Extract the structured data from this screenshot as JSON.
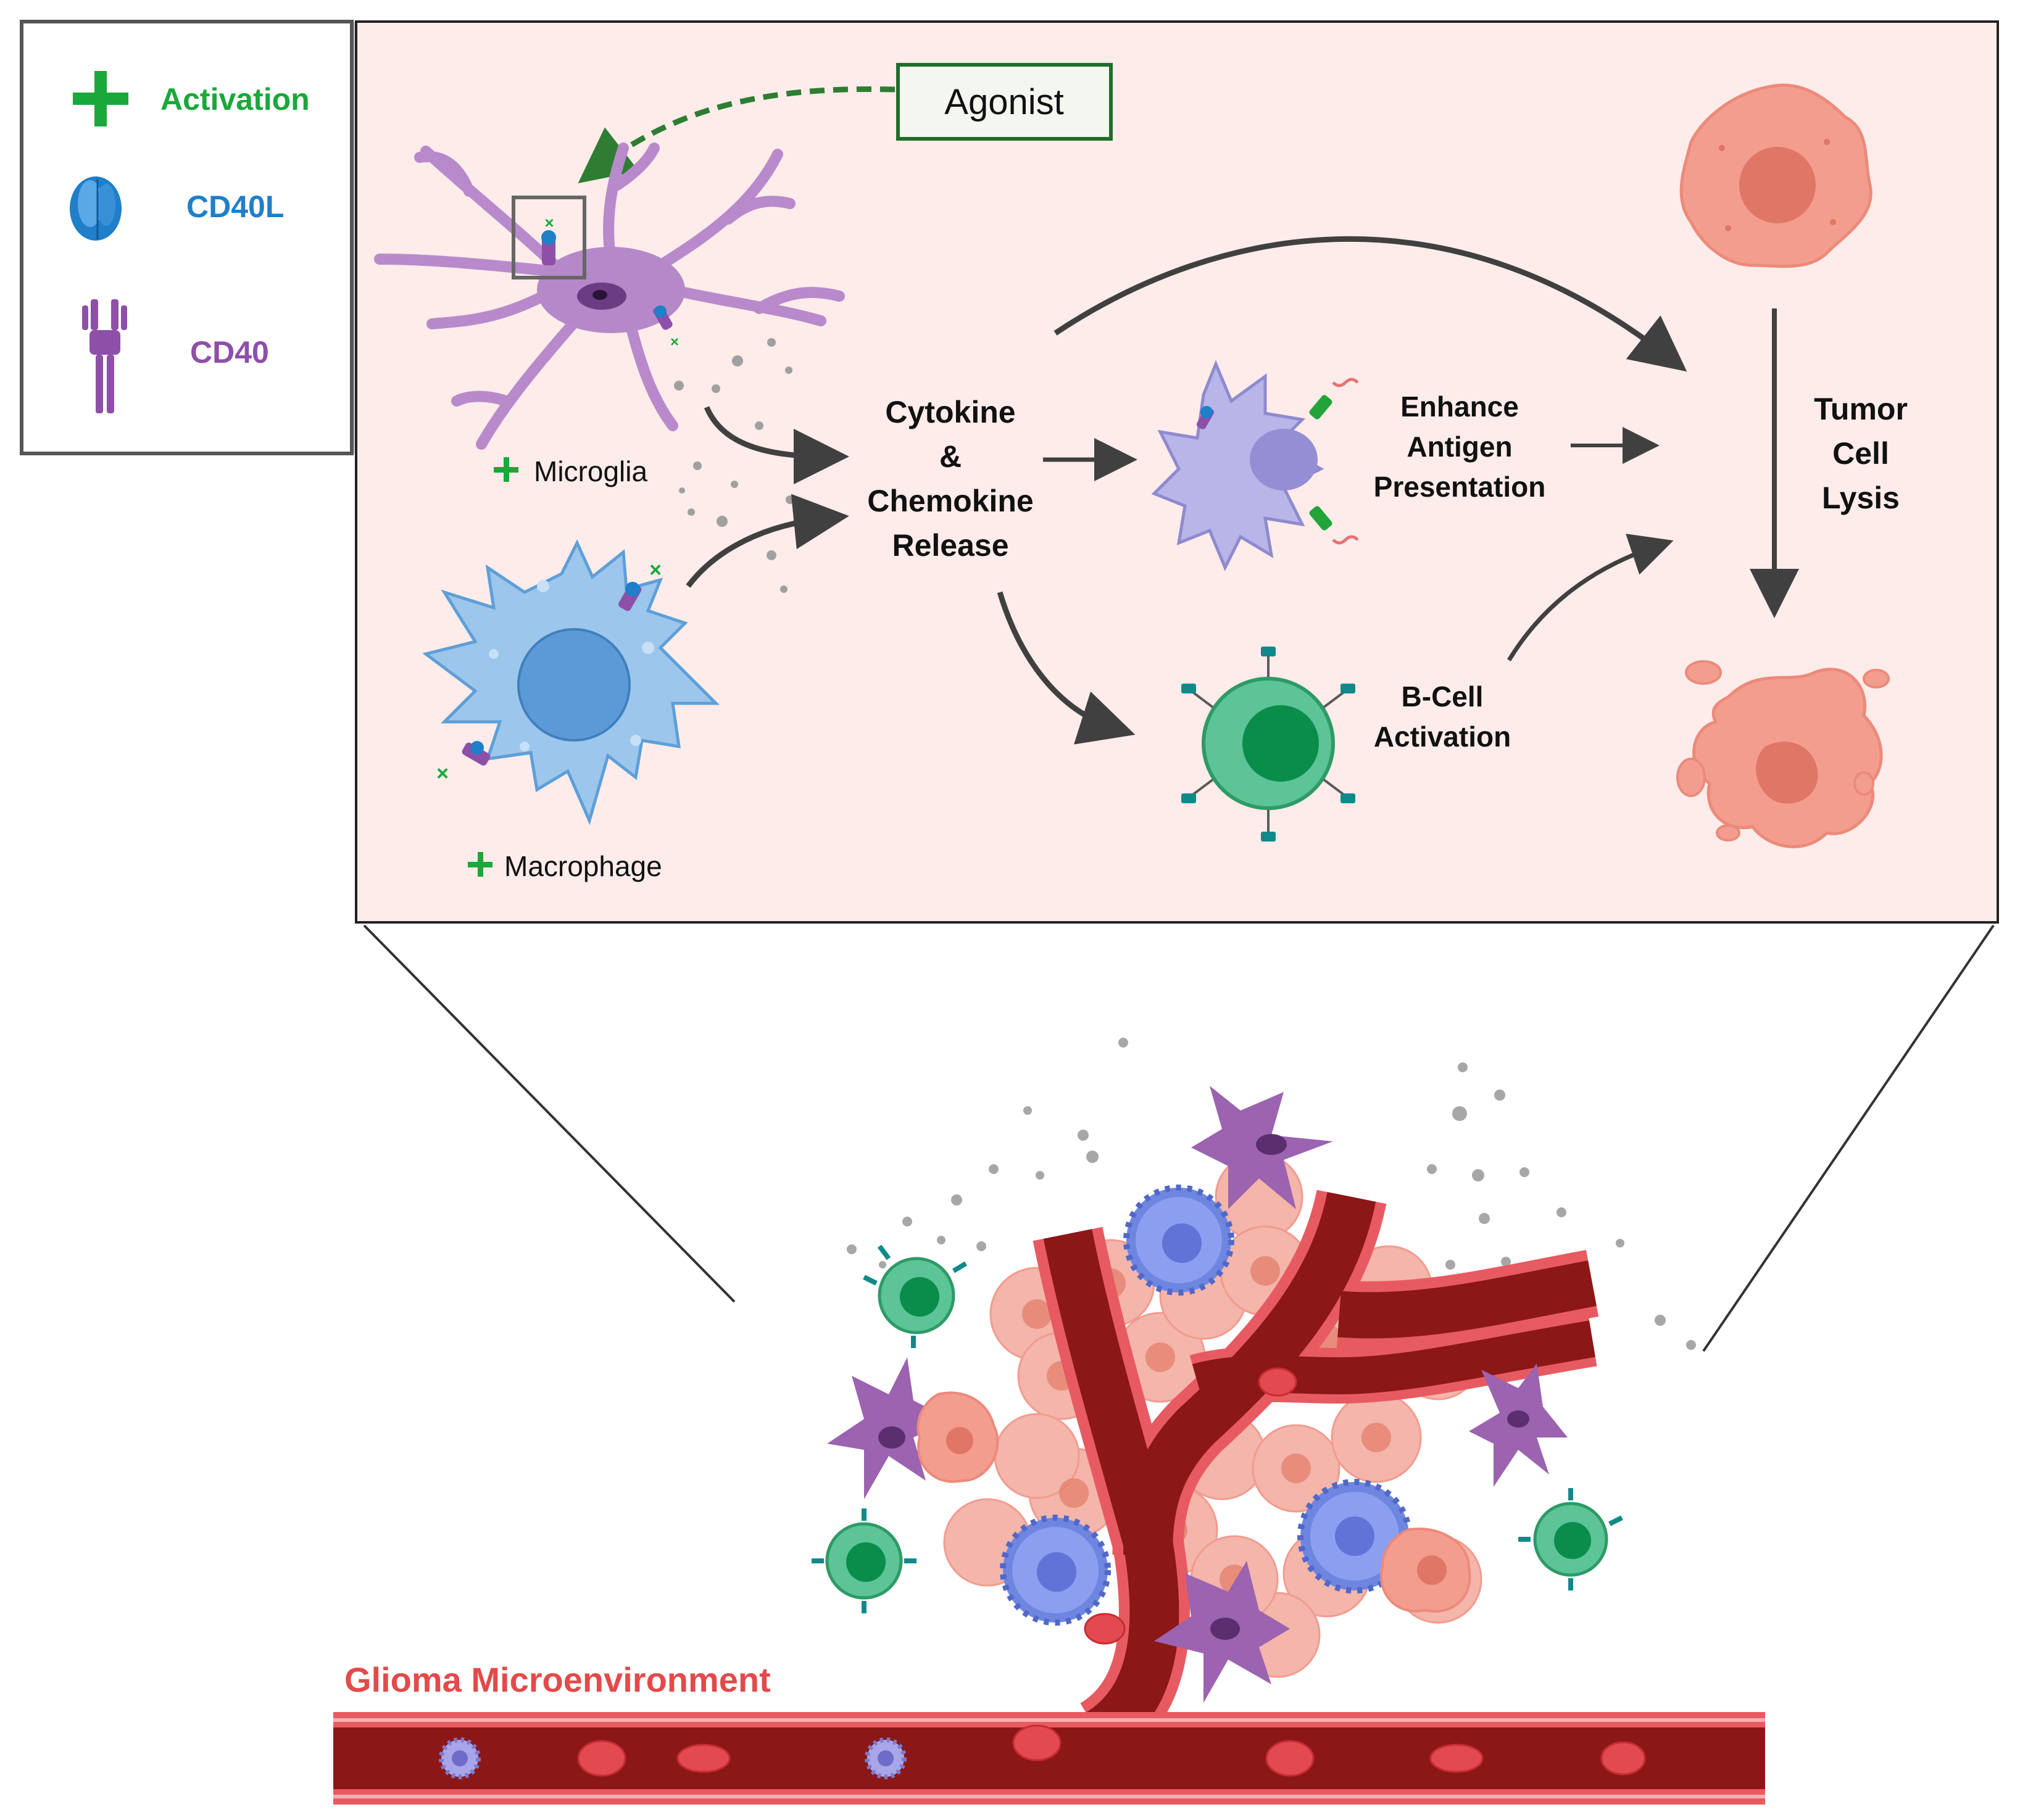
{
  "legend": {
    "activation_label": "Activation",
    "cd40l_label": "CD40L",
    "cd40_label": "CD40"
  },
  "agonist_label": "Agonist",
  "cells": {
    "microglia_label": "Microglia",
    "macrophage_label": "Macrophage"
  },
  "steps": {
    "cytokine_line1": "Cytokine",
    "cytokine_line2": "&",
    "cytokine_line3": "Chemokine",
    "cytokine_line4": "Release",
    "antigen_line1": "Enhance",
    "antigen_line2": "Antigen",
    "antigen_line3": "Presentation",
    "bcell_line1": "B-Cell",
    "bcell_line2": "Activation",
    "lysis_line1": "Tumor",
    "lysis_line2": "Cell",
    "lysis_line3": "Lysis"
  },
  "microenvironment_label": "Glioma Microenvironment",
  "colors": {
    "activation_green": "#1aa83a",
    "cd40l_blue": "#1f7fc9",
    "cd40_purple": "#8e4fa8",
    "panel_pink": "#fdecea",
    "vessel_red": "#8b1717",
    "vessel_outer": "#e85a61",
    "tumor_salmon": "#f19e91",
    "bcell_green": "#5cc496",
    "macrophage_blue": "#9cc6ec",
    "microglia_purple": "#b589c9",
    "label_red": "#e34a4a"
  }
}
